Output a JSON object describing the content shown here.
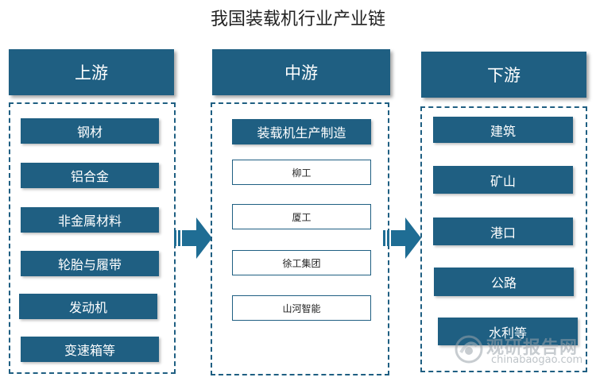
{
  "title": "我国装载机行业产业链",
  "columns": [
    {
      "header": "上游",
      "items": [
        "钢材",
        "铝合金",
        "非金属材料",
        "轮胎与履带",
        "发动机",
        "变速箱等"
      ]
    },
    {
      "header": "中游",
      "label": "装载机生产制造",
      "items": [
        "柳工",
        "厦工",
        "徐工集团",
        "山河智能"
      ]
    },
    {
      "header": "下游",
      "items": [
        "建筑",
        "矿山",
        "港口",
        "公路",
        "水利等"
      ]
    }
  ],
  "watermark": {
    "name": "观研报告网",
    "url": "chinabaogao.com"
  },
  "colors": {
    "primary": "#1f5f82",
    "arrow": "#1f6d94"
  }
}
